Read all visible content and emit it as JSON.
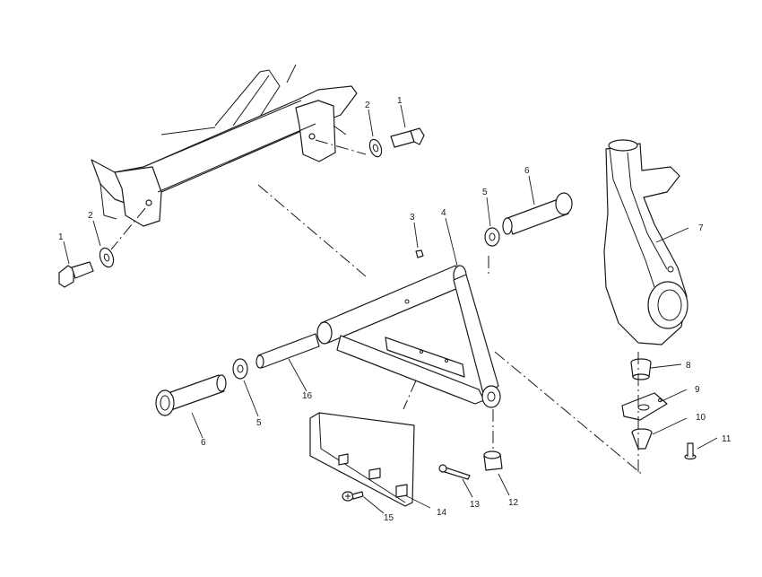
{
  "callouts": {
    "c1a": "1",
    "c1b": "1",
    "c2a": "2",
    "c2b": "2",
    "c3": "3",
    "c4": "4",
    "c5a": "5",
    "c5b": "5",
    "c6a": "6",
    "c6b": "6",
    "c7": "7",
    "c8": "8",
    "c9": "9",
    "c10": "10",
    "c11": "11",
    "c12": "12",
    "c13": "13",
    "c14": "14",
    "c15": "15",
    "c16": "16"
  }
}
